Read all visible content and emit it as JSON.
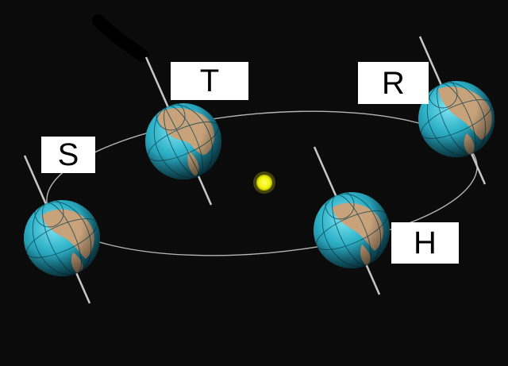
{
  "labels": {
    "s": "S",
    "t": "T",
    "r": "R",
    "h": "H"
  },
  "colors": {
    "background": "#0b0b0b",
    "orbit": "#b5b5b5",
    "sun": "#f2f20a",
    "ocean": "#2fb2c8",
    "land": "#c7a27a",
    "axis": "#c8c8c8",
    "label_bg": "#ffffff"
  },
  "icons": {
    "sun": "sun-icon",
    "earth": "earth-globe-icon",
    "marker": "black-marker-stroke"
  }
}
